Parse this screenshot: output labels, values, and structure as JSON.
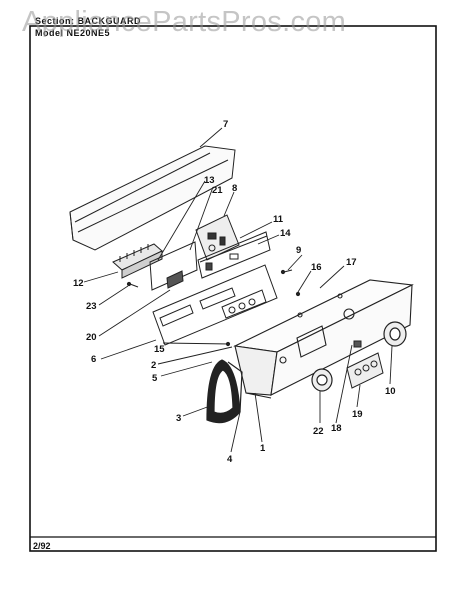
{
  "watermark": "AppliancePartsPros.com",
  "header": {
    "section_line": "Section: BACKGUARD",
    "model_line": "Model NE20NE5"
  },
  "footer": {
    "date_code": "2/92"
  },
  "callouts": [
    "1",
    "2",
    "3",
    "4",
    "5",
    "6",
    "7",
    "8",
    "9",
    "10",
    "11",
    "12",
    "13",
    "14",
    "15",
    "16",
    "17",
    "18",
    "19",
    "20",
    "21",
    "22",
    "23"
  ]
}
